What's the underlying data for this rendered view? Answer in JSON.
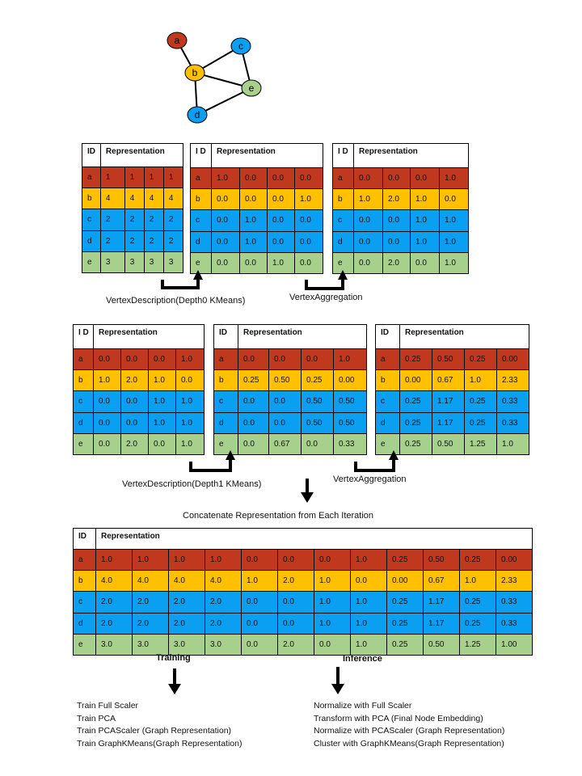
{
  "colors": {
    "a": "#c0391f",
    "b": "#ffc000",
    "c": "#0a9ff0",
    "d": "#0a9ff0",
    "e": "#a8d08d"
  },
  "graph": {
    "nodes": [
      "a",
      "b",
      "c",
      "d",
      "e"
    ],
    "edges": [
      [
        "a",
        "b"
      ],
      [
        "b",
        "c"
      ],
      [
        "c",
        "e"
      ],
      [
        "b",
        "e"
      ],
      [
        "b",
        "d"
      ],
      [
        "d",
        "e"
      ]
    ]
  },
  "tables": {
    "t1": {
      "header": [
        "ID",
        "Representation"
      ],
      "rows": [
        [
          "a",
          "1",
          "1",
          "1",
          "1"
        ],
        [
          "b",
          "4",
          "4",
          "4",
          "4"
        ],
        [
          "c",
          "2",
          "2",
          "2",
          "2"
        ],
        [
          "d",
          "2",
          "2",
          "2",
          "2"
        ],
        [
          "e",
          "3",
          "3",
          "3",
          "3"
        ]
      ]
    },
    "t2": {
      "header": [
        "I D",
        "Representation"
      ],
      "rows": [
        [
          "a",
          "1.0",
          "0.0",
          "0.0",
          "0.0"
        ],
        [
          "b",
          "0.0",
          "0.0",
          "0.0",
          "1.0"
        ],
        [
          "c",
          "0.0",
          "1.0",
          "0.0",
          "0.0"
        ],
        [
          "d",
          "0.0",
          "1.0",
          "0.0",
          "0.0"
        ],
        [
          "e",
          "0.0",
          "0.0",
          "1.0",
          "0.0"
        ]
      ]
    },
    "t3": {
      "header": [
        "I D",
        "Representation"
      ],
      "rows": [
        [
          "a",
          "0.0",
          "0.0",
          "0.0",
          "1.0"
        ],
        [
          "b",
          "1.0",
          "2.0",
          "1.0",
          "0.0"
        ],
        [
          "c",
          "0.0",
          "0.0",
          "1.0",
          "1.0"
        ],
        [
          "d",
          "0.0",
          "0.0",
          "1.0",
          "1.0"
        ],
        [
          "e",
          "0.0",
          "2.0",
          "0.0",
          "1.0"
        ]
      ]
    },
    "t4": {
      "header": [
        "I D",
        "Representation"
      ],
      "rows": [
        [
          "a",
          "0.0",
          "0.0",
          "0.0",
          "1.0"
        ],
        [
          "b",
          "1.0",
          "2.0",
          "1.0",
          "0.0"
        ],
        [
          "c",
          "0.0",
          "0.0",
          "1.0",
          "1.0"
        ],
        [
          "d",
          "0.0",
          "0.0",
          "1.0",
          "1.0"
        ],
        [
          "e",
          "0.0",
          "2.0",
          "0.0",
          "1.0"
        ]
      ]
    },
    "t5": {
      "header": [
        "ID",
        "Representation"
      ],
      "rows": [
        [
          "a",
          "0.0",
          "0.0",
          "0.0",
          "1.0"
        ],
        [
          "b",
          "0.25",
          "0.50",
          "0.25",
          "0.00"
        ],
        [
          "c",
          "0.0",
          "0.0",
          "0.50",
          "0.50"
        ],
        [
          "d",
          "0.0",
          "0.0",
          "0.50",
          "0.50"
        ],
        [
          "e",
          "0.0",
          "0.67",
          "0.0",
          "0.33"
        ]
      ]
    },
    "t6": {
      "header": [
        "ID",
        "Representation"
      ],
      "rows": [
        [
          "a",
          "0.25",
          "0.50",
          "0.25",
          "0.00"
        ],
        [
          "b",
          "0.00",
          "0.67",
          "1.0",
          "2.33"
        ],
        [
          "c",
          "0.25",
          "1.17",
          "0.25",
          "0.33"
        ],
        [
          "d",
          "0.25",
          "1.17",
          "0.25",
          "0.33"
        ],
        [
          "e",
          "0.25",
          "0.50",
          "1.25",
          "1.0"
        ]
      ]
    },
    "t7": {
      "header": [
        "ID",
        "Representation"
      ],
      "rows": [
        [
          "a",
          "1.0",
          "1.0",
          "1.0",
          "1.0",
          "0.0",
          "0.0",
          "0.0",
          "1.0",
          "0.25",
          "0.50",
          "0.25",
          "0.00"
        ],
        [
          "b",
          "4.0",
          "4.0",
          "4.0",
          "4.0",
          "1.0",
          "2.0",
          "1.0",
          "0.0",
          "0.00",
          "0.67",
          "1.0",
          "2.33"
        ],
        [
          "c",
          "2.0",
          "2.0",
          "2.0",
          "2.0",
          "0.0",
          "0.0",
          "1.0",
          "1.0",
          "0.25",
          "1.17",
          "0.25",
          "0.33"
        ],
        [
          "d",
          "2.0",
          "2.0",
          "2.0",
          "2.0",
          "0.0",
          "0.0",
          "1.0",
          "1.0",
          "0.25",
          "1.17",
          "0.25",
          "0.33"
        ],
        [
          "e",
          "3.0",
          "3.0",
          "3.0",
          "3.0",
          "0.0",
          "2.0",
          "0.0",
          "1.0",
          "0.25",
          "0.50",
          "1.25",
          "1.00"
        ]
      ]
    }
  },
  "labels": {
    "vd0": "VertexDescription(Depth0 KMeans)",
    "va0": "VertexAggregation",
    "vd1": "VertexDescription(Depth1 KMeans)",
    "va1": "VertexAggregation",
    "concat": "Concatenate Representation from Each Iteration",
    "training": "Training",
    "inference": "Inference"
  },
  "training_steps": [
    "Train Full Scaler",
    "Train PCA",
    "Train PCAScaler (Graph Representation)",
    "Train GraphKMeans(Graph Representation)"
  ],
  "inference_steps": [
    "Normalize with Full Scaler",
    "Transform with PCA (Final Node Embedding)",
    "Normalize with PCAScaler (Graph Representation)",
    "Cluster with GraphKMeans(Graph Representation)"
  ]
}
